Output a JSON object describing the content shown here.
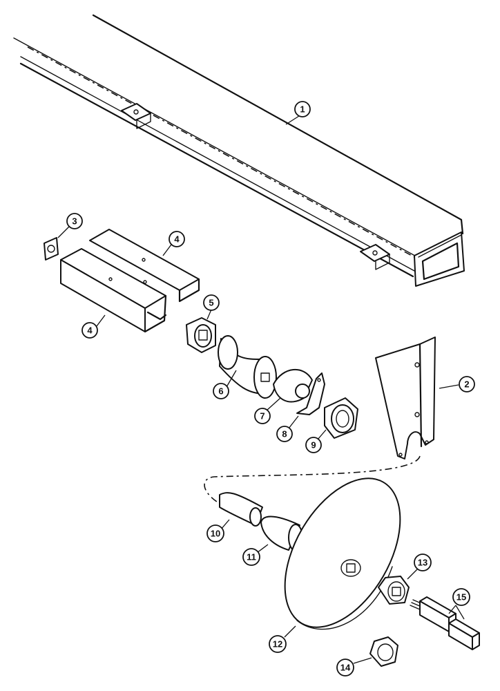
{
  "callouts": {
    "c1": "1",
    "c2": "2",
    "c3": "3",
    "c4a": "4",
    "c4b": "4",
    "c5": "5",
    "c6": "6",
    "c7": "7",
    "c8": "8",
    "c9": "9",
    "c10": "10",
    "c11": "11",
    "c12": "12",
    "c13": "13",
    "c14": "14",
    "c15": "15"
  }
}
